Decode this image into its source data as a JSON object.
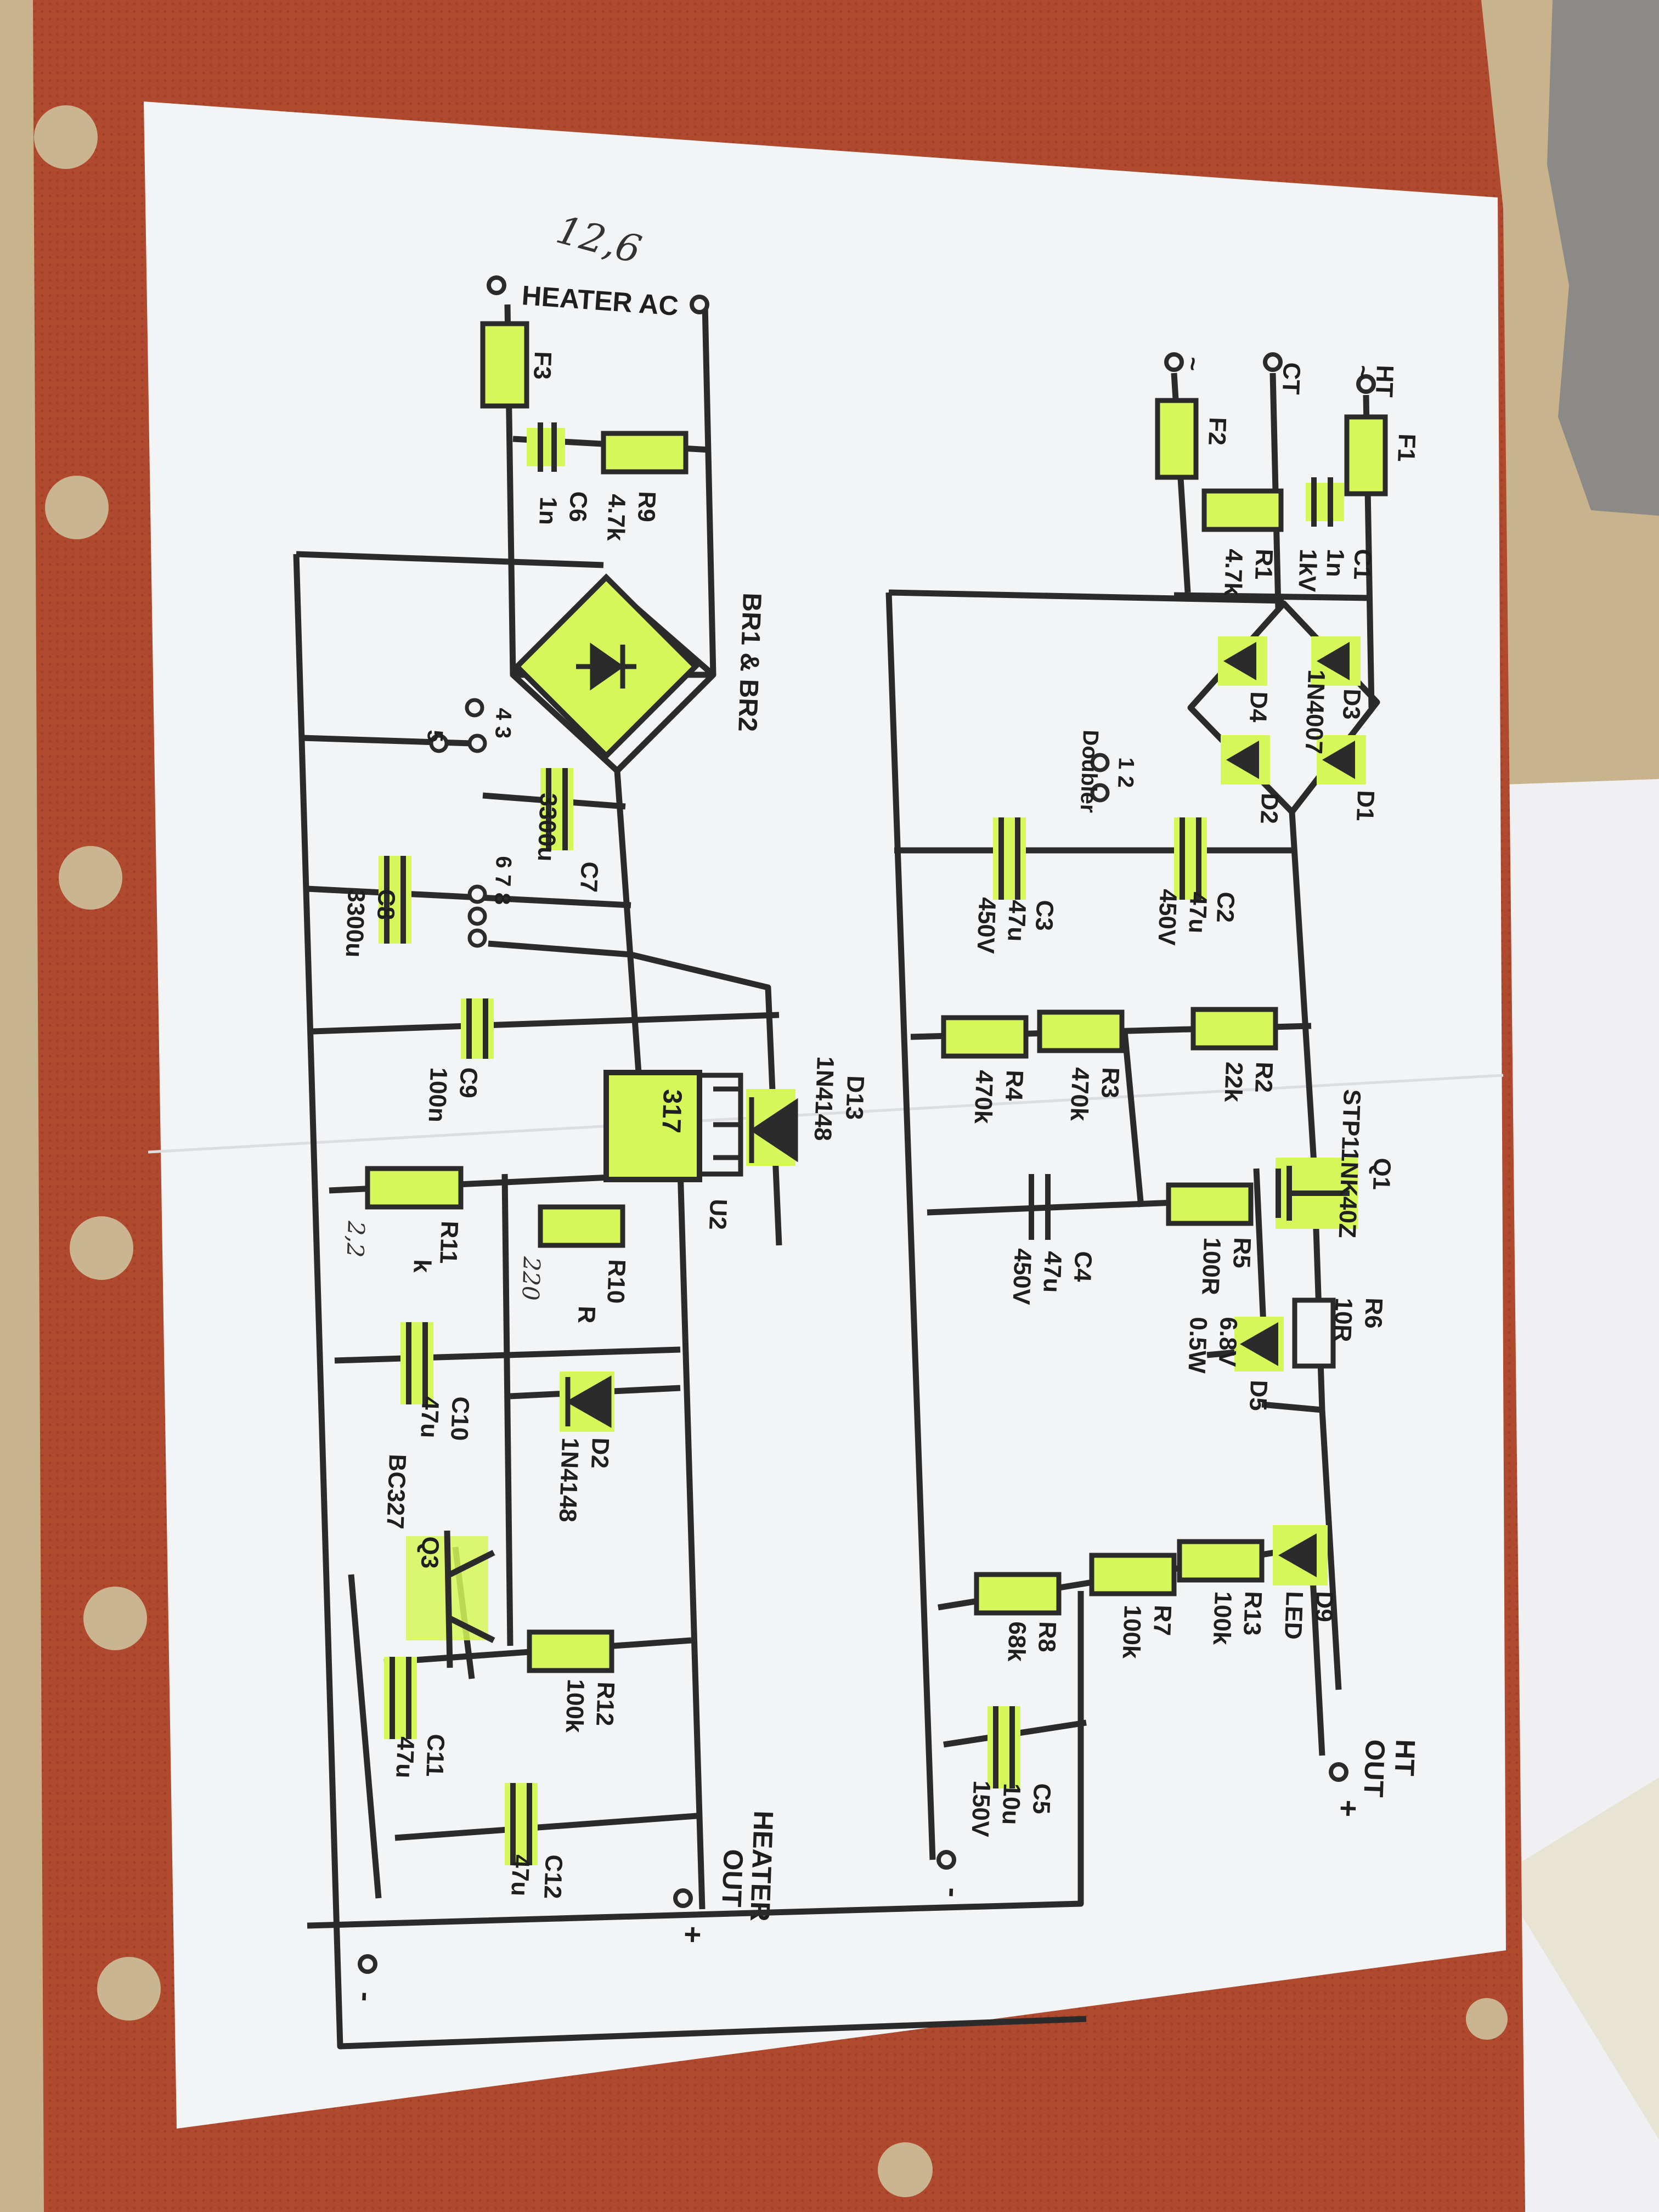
{
  "colors": {
    "highlight": "#d6f75a",
    "wire": "#2b2b2b",
    "mat": "#b04a2e",
    "paper": "#f3f4f6",
    "desk": "#c9b38c"
  },
  "handwritten": {
    "note_top": "12,6",
    "r11_value": "2,2",
    "r10_value": "220"
  },
  "heater": {
    "input_label": "HEATER AC",
    "output_label_1": "HEATER",
    "output_label_2": "OUT",
    "plus": "+",
    "minus": "-",
    "bridge_label": "BR1 & BR2",
    "jumper_a": "4 3",
    "jumper_b": "5",
    "jumper_c": "6 7 8",
    "regulator": "317",
    "components": [
      {
        "ref": "F3",
        "value": ""
      },
      {
        "ref": "C6",
        "value": "1n"
      },
      {
        "ref": "R9",
        "value": "4.7k"
      },
      {
        "ref": "C7",
        "value": "3300u"
      },
      {
        "ref": "C8",
        "value": "3300u"
      },
      {
        "ref": "C9",
        "value": "100n"
      },
      {
        "ref": "D13",
        "value": "1N4148"
      },
      {
        "ref": "U2",
        "value": ""
      },
      {
        "ref": "R11",
        "value": "k"
      },
      {
        "ref": "R10",
        "value": "R"
      },
      {
        "ref": "C10",
        "value": "47u"
      },
      {
        "ref": "D2",
        "value": "1N4148"
      },
      {
        "ref": "Q3",
        "value": "BC327"
      },
      {
        "ref": "C11",
        "value": "47u"
      },
      {
        "ref": "R12",
        "value": "100k"
      },
      {
        "ref": "C12",
        "value": "47u"
      }
    ]
  },
  "ht": {
    "input_ht": "HT",
    "input_tilde": "~",
    "input_ct": "CT",
    "output_label_1": "HT",
    "output_label_2": "OUT",
    "plus": "+",
    "minus": "-",
    "doubler_label": "Doubler",
    "doubler_pins": "1 2",
    "bridge_diode": "1N4007",
    "components": [
      {
        "ref": "F1",
        "value": ""
      },
      {
        "ref": "F2",
        "value": ""
      },
      {
        "ref": "C1",
        "value": "1n",
        "value2": "1kV"
      },
      {
        "ref": "R1",
        "value": "4.7k"
      },
      {
        "ref": "D1",
        "value": ""
      },
      {
        "ref": "D2",
        "value": ""
      },
      {
        "ref": "D3",
        "value": ""
      },
      {
        "ref": "D4",
        "value": ""
      },
      {
        "ref": "C2",
        "value": "47u",
        "value2": "450V"
      },
      {
        "ref": "C3",
        "value": "47u",
        "value2": "450V"
      },
      {
        "ref": "R2",
        "value": "22k"
      },
      {
        "ref": "R3",
        "value": "470k"
      },
      {
        "ref": "R4",
        "value": "470k"
      },
      {
        "ref": "Q1",
        "value": "STP11NK40Z"
      },
      {
        "ref": "R5",
        "value": "100R"
      },
      {
        "ref": "C4",
        "value": "47u",
        "value2": "450V"
      },
      {
        "ref": "R6",
        "value": "10R"
      },
      {
        "ref": "D5",
        "value": "6.8V",
        "value2": "0.5W"
      },
      {
        "ref": "D9",
        "value": "LED"
      },
      {
        "ref": "R13",
        "value": "100k"
      },
      {
        "ref": "R7",
        "value": "100k"
      },
      {
        "ref": "R8",
        "value": "68k"
      },
      {
        "ref": "C5",
        "value": "10u",
        "value2": "150V"
      }
    ]
  }
}
